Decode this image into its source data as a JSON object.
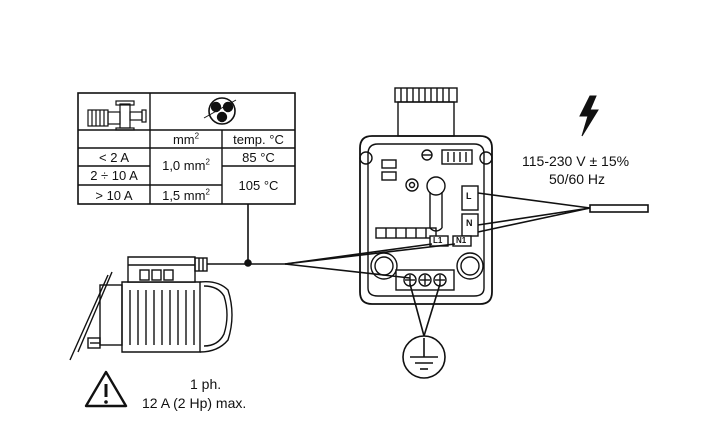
{
  "spec_table": {
    "header_cross_section": "mm",
    "header_cross_section_exp": "2",
    "header_temp": "temp. °C",
    "rows": [
      {
        "current": "< 2 A"
      },
      {
        "current": "2 ÷ 10 A"
      },
      {
        "current": "> 10 A"
      }
    ],
    "section_1": "1,0 mm",
    "section_1_exp": "2",
    "section_2": "1,5 mm",
    "section_2_exp": "2",
    "temp_1": "85 °C",
    "temp_2": "105 °C"
  },
  "power_supply": {
    "voltage": "115-230 V ± 15%",
    "frequency": "50/60 Hz",
    "icon": "lightning-icon"
  },
  "terminals": {
    "line": "L",
    "neutral": "N",
    "motor_line": "L1",
    "motor_neutral": "N1"
  },
  "motor_note": {
    "phase": "1 ph.",
    "max": "12 A (2 Hp) max.",
    "icon": "warning-icon"
  },
  "ground": {
    "icon": "ground-icon"
  },
  "colors": {
    "line": "#111111",
    "fill": "#ffffff",
    "shade": "#c8c8c8"
  }
}
